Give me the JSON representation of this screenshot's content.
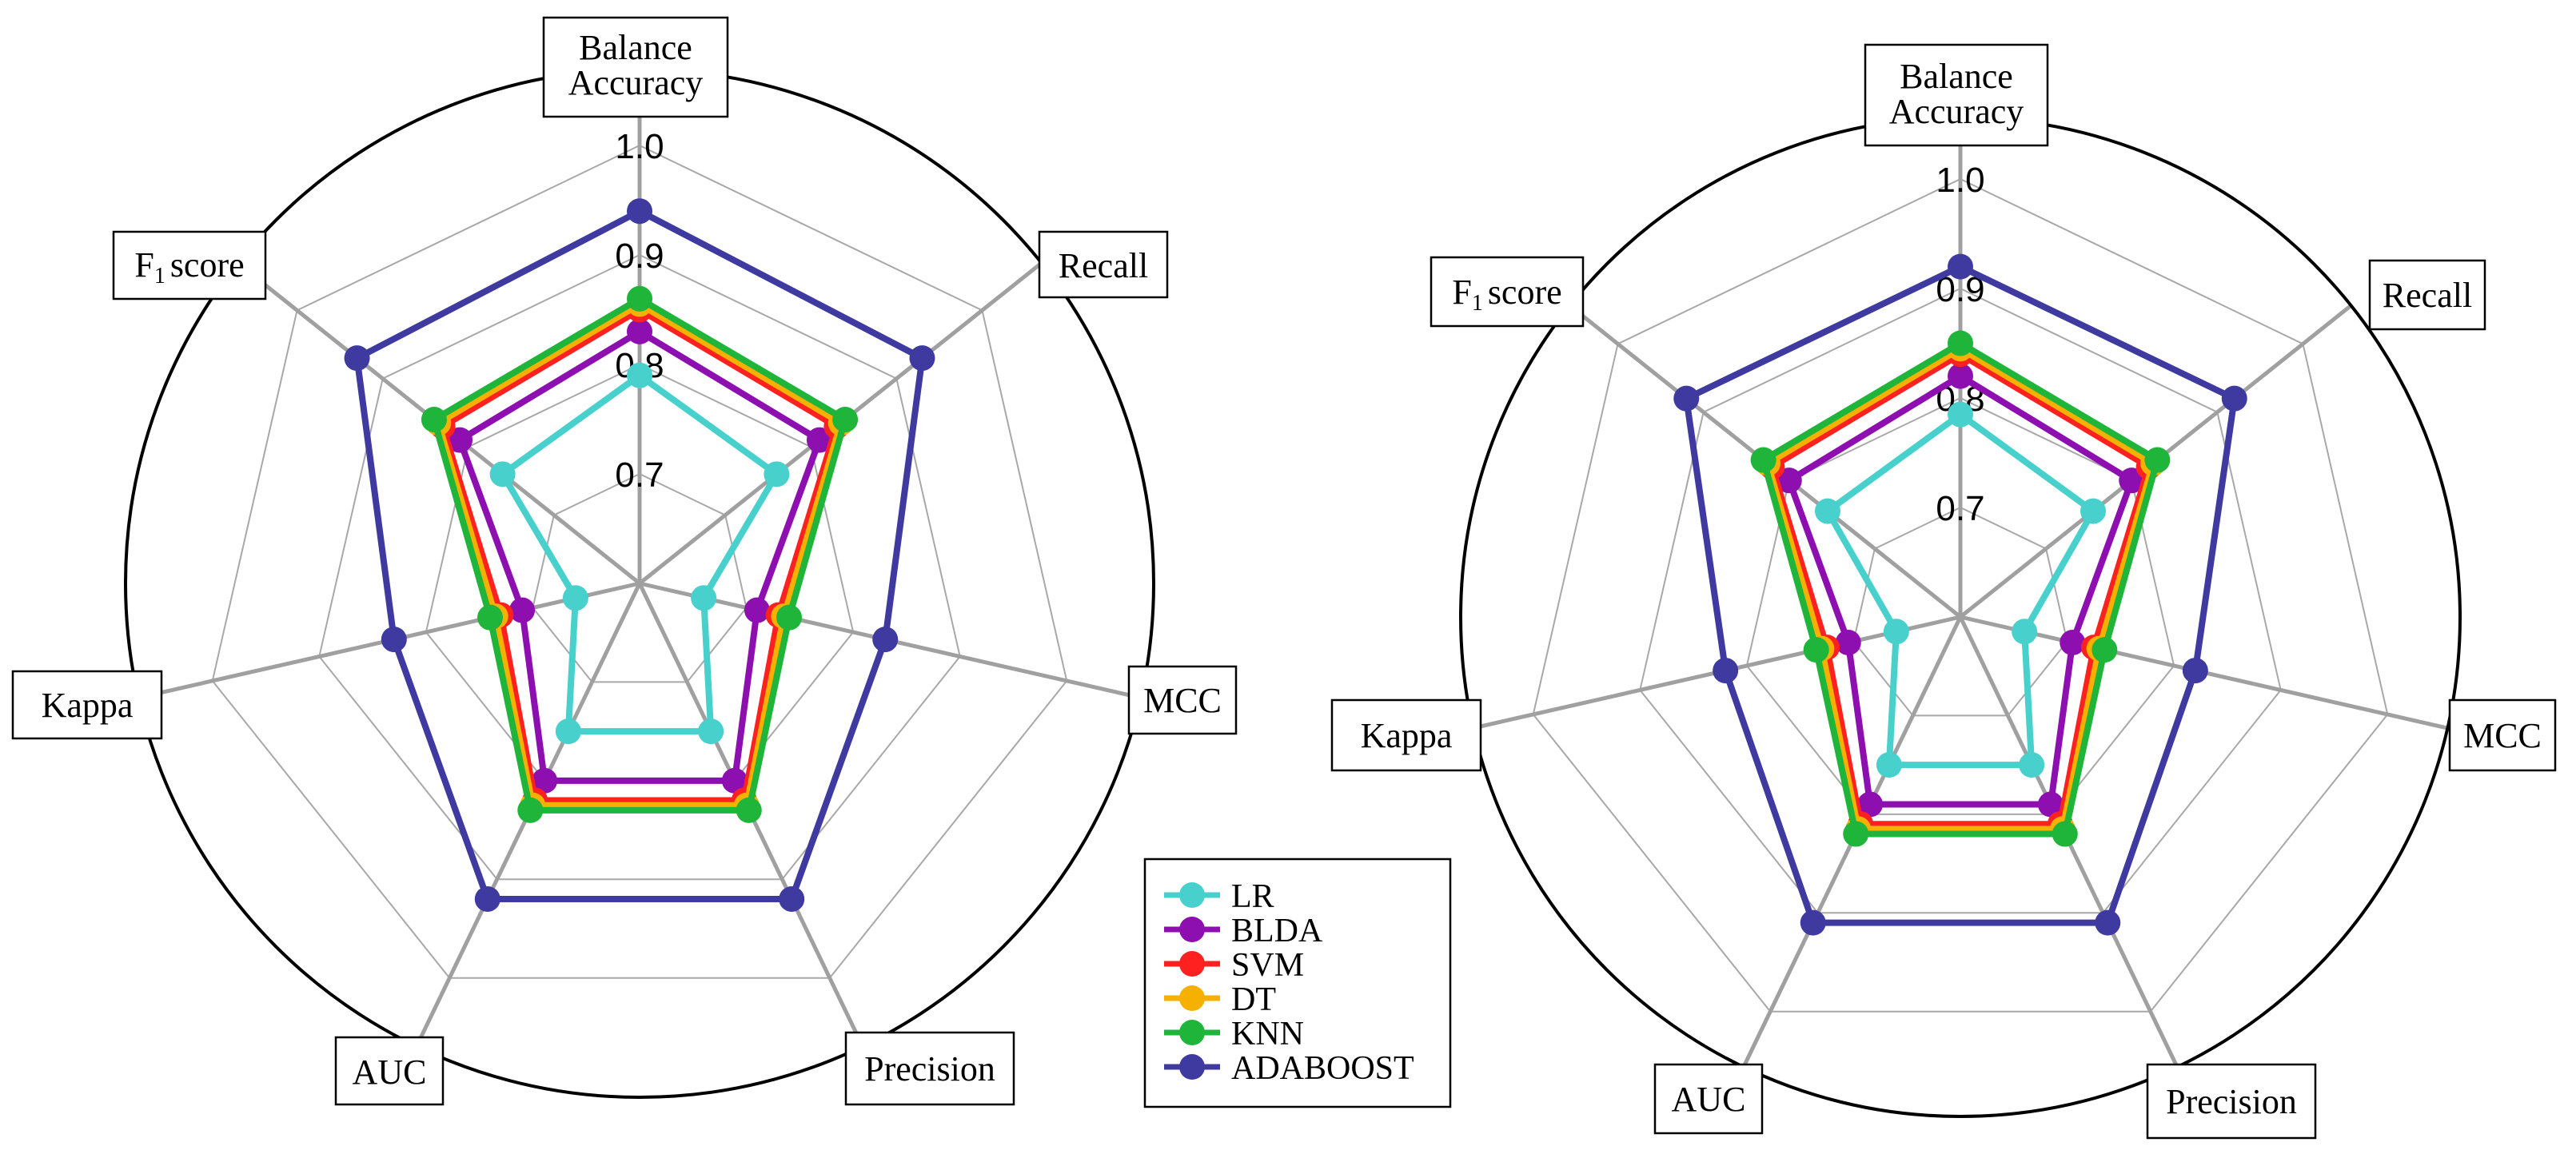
{
  "chart_data": [
    {
      "type": "radar",
      "axes": [
        "Balance Accuracy",
        "Recall",
        "MCC",
        "Precision",
        "AUC",
        "Kappa",
        "F1 score"
      ],
      "rlim": [
        0.6,
        1.0
      ],
      "rticks": [
        "0.7",
        "0.8",
        "0.9",
        "1.0"
      ],
      "series": [
        {
          "name": "LR",
          "color": "#48d1cc",
          "values": [
            0.79,
            0.76,
            0.66,
            0.75,
            0.75,
            0.66,
            0.76
          ]
        },
        {
          "name": "BLDA",
          "color": "#8e0fb0",
          "values": [
            0.83,
            0.81,
            0.71,
            0.8,
            0.8,
            0.71,
            0.81
          ]
        },
        {
          "name": "SVM",
          "color": "#ff2020",
          "values": [
            0.85,
            0.83,
            0.73,
            0.82,
            0.82,
            0.73,
            0.83
          ]
        },
        {
          "name": "DT",
          "color": "#f5b000",
          "values": [
            0.855,
            0.835,
            0.735,
            0.825,
            0.825,
            0.735,
            0.835
          ]
        },
        {
          "name": "KNN",
          "color": "#1eb53a",
          "values": [
            0.86,
            0.84,
            0.74,
            0.83,
            0.83,
            0.74,
            0.84
          ]
        },
        {
          "name": "ADABOOST",
          "color": "#3f3a9f",
          "values": [
            0.94,
            0.93,
            0.83,
            0.92,
            0.92,
            0.83,
            0.93
          ]
        }
      ]
    },
    {
      "type": "radar",
      "axes": [
        "Balance Accuracy",
        "Recall",
        "MCC",
        "Precision",
        "AUC",
        "Kappa",
        "F1 score"
      ],
      "rlim": [
        0.6,
        1.0
      ],
      "rticks": [
        "0.7",
        "0.8",
        "0.9",
        "1.0"
      ],
      "series": [
        {
          "name": "LR",
          "color": "#48d1cc",
          "values": [
            0.785,
            0.755,
            0.66,
            0.75,
            0.75,
            0.66,
            0.755
          ]
        },
        {
          "name": "BLDA",
          "color": "#8e0fb0",
          "values": [
            0.82,
            0.8,
            0.705,
            0.79,
            0.79,
            0.705,
            0.8
          ]
        },
        {
          "name": "SVM",
          "color": "#ff2020",
          "values": [
            0.84,
            0.82,
            0.725,
            0.81,
            0.81,
            0.725,
            0.82
          ]
        },
        {
          "name": "DT",
          "color": "#f5b000",
          "values": [
            0.845,
            0.825,
            0.73,
            0.815,
            0.815,
            0.73,
            0.825
          ]
        },
        {
          "name": "KNN",
          "color": "#1eb53a",
          "values": [
            0.85,
            0.83,
            0.735,
            0.82,
            0.82,
            0.735,
            0.83
          ]
        },
        {
          "name": "ADABOOST",
          "color": "#3f3a9f",
          "values": [
            0.92,
            0.92,
            0.82,
            0.91,
            0.91,
            0.82,
            0.92
          ]
        }
      ]
    }
  ],
  "legend": {
    "entries": [
      "LR",
      "BLDA",
      "SVM",
      "DT",
      "KNN",
      "ADABOOST"
    ]
  },
  "labels": {
    "balance_line1": "Balance",
    "balance_line2": "Accuracy",
    "recall": "Recall",
    "mcc": "MCC",
    "precision": "Precision",
    "auc": "AUC",
    "kappa": "Kappa",
    "f1_base": "F",
    "f1_sub": "1",
    "f1_rest": "score"
  }
}
